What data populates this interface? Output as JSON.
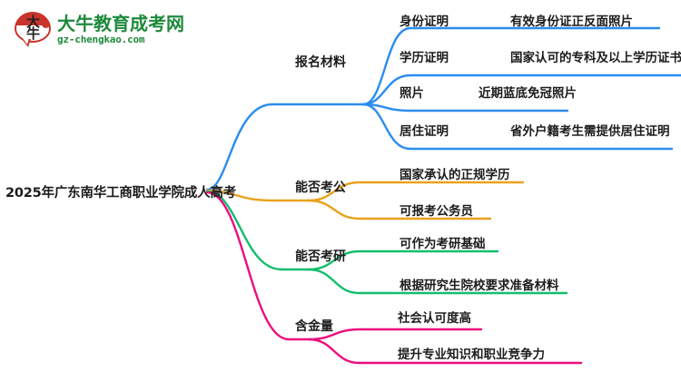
{
  "logo": {
    "mark_text_line1": "大",
    "mark_text_line2": "牛",
    "name_cn": "大牛教育成考网",
    "name_en": "gz-chengkao.com",
    "brand_green": "#1E8A3C",
    "brand_red": "#C9342B"
  },
  "mindmap": {
    "root": {
      "label": "2025年广东南华工商职业学院成人高考"
    },
    "branches": [
      {
        "label": "报名材料",
        "color": "#2B8CF0",
        "leaves": [
          {
            "label": "身份证明",
            "desc": "有效身份证正反面照片"
          },
          {
            "label": "学历证明",
            "desc": "国家认可的专科及以上学历证书"
          },
          {
            "label": "照片",
            "desc": "近期蓝底免冠照片"
          },
          {
            "label": "居住证明",
            "desc": "省外户籍考生需提供居住证明"
          }
        ]
      },
      {
        "label": "能否考公",
        "color": "#E9A11C",
        "leaves": [
          {
            "label": "国家承认的正规学历",
            "desc": ""
          },
          {
            "label": "可报考公务员",
            "desc": ""
          }
        ]
      },
      {
        "label": "能否考研",
        "color": "#13BE6D",
        "leaves": [
          {
            "label": "可作为考研基础",
            "desc": ""
          },
          {
            "label": "根据研究生院校要求准备材料",
            "desc": ""
          }
        ]
      },
      {
        "label": "含金量",
        "color": "#ED0D7E",
        "leaves": [
          {
            "label": "社会认可度高",
            "desc": ""
          },
          {
            "label": "提升专业知识和职业竞争力",
            "desc": ""
          }
        ]
      }
    ]
  }
}
